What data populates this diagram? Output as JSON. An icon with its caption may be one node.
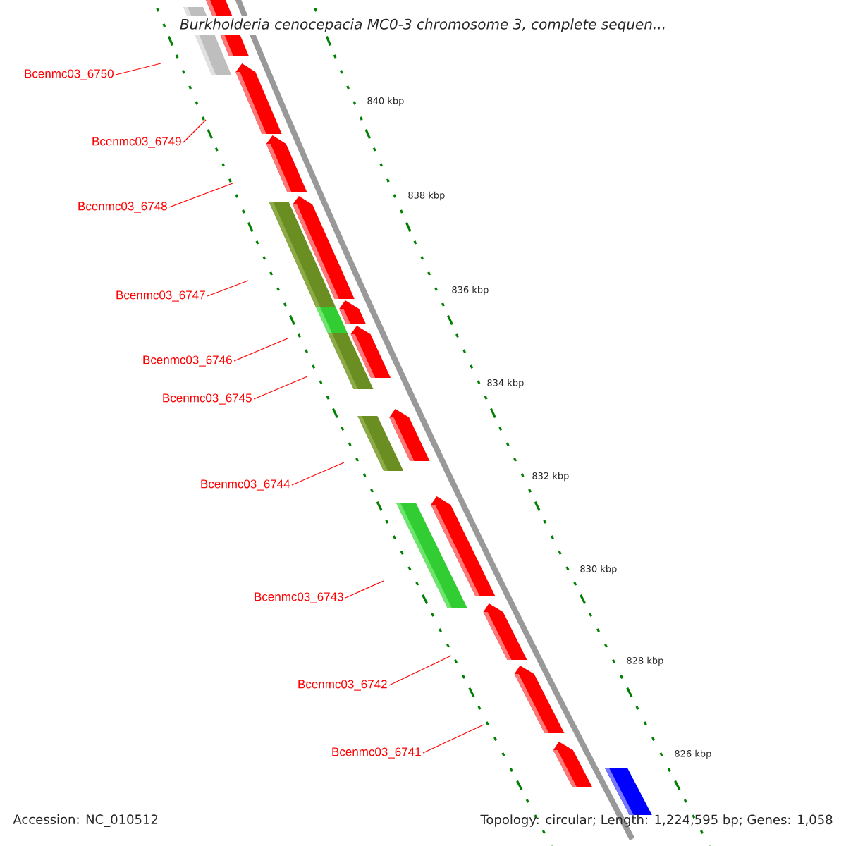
{
  "diagram": {
    "title": "Burkholderia cenocepacia MC0-3 chromosome 3, complete sequen...",
    "nodes": [
      {
        "text": [
          "Bcenmc03_6750"
        ]
      },
      {
        "text": [
          "Bcenmc03_6749"
        ]
      },
      {
        "text": [
          "Bcenmc03_6748"
        ]
      },
      {
        "text": [
          "Bcenmc03_6747"
        ]
      },
      {
        "text": [
          "Bcenmc03_6746"
        ]
      },
      {
        "text": [
          "Bcenmc03_6745"
        ]
      },
      {
        "text": [
          "Bcenmc03_6744"
        ]
      },
      {
        "text": [
          "Bcenmc03_6743"
        ]
      },
      {
        "text": [
          "Bcenmc03_6742"
        ]
      },
      {
        "text": [
          "Bcenmc03_6741"
        ]
      }
    ],
    "edges": [
      {
        "from": 0,
        "to": null,
        "arrow": "none"
      },
      {
        "from": 1,
        "to": null,
        "arrow": "none"
      },
      {
        "from": 2,
        "to": null,
        "arrow": "none"
      },
      {
        "from": 3,
        "to": null,
        "arrow": "none"
      },
      {
        "from": 4,
        "to": null,
        "arrow": "none"
      },
      {
        "from": 5,
        "to": null,
        "arrow": "none"
      },
      {
        "from": 6,
        "to": null,
        "arrow": "none"
      },
      {
        "from": 7,
        "to": null,
        "arrow": "none"
      },
      {
        "from": 8,
        "to": null,
        "arrow": "none"
      },
      {
        "from": 9,
        "to": null,
        "arrow": "none"
      }
    ],
    "labels": [
      "840 kbp",
      "838 kbp",
      "836 kbp",
      "834 kbp",
      "832 kbp",
      "830 kbp",
      "828 kbp",
      "826 kbp",
      "Accession: NC_010512",
      "Topology: circular; Length: 1,224,595 bp; Genes: 1,058"
    ]
  }
}
